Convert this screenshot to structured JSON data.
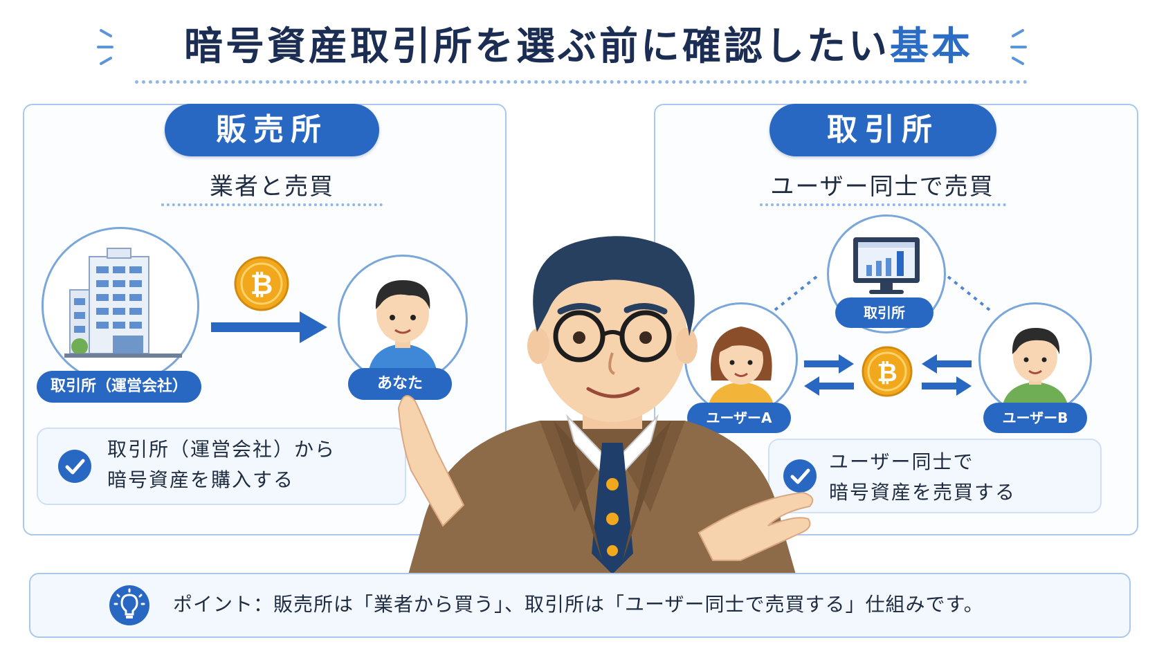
{
  "title": {
    "main": "暗号資産取引所を選ぶ前に確認したい",
    "accent": "基本"
  },
  "left_panel": {
    "heading": "販売所",
    "subtitle": "業者と売買",
    "exchange_label": "取引所（運営会社）",
    "you_label": "あなた",
    "note_lines": [
      "取引所（運営会社）から",
      "暗号資産を購入する"
    ]
  },
  "right_panel": {
    "heading": "取引所",
    "subtitle": "ユーザー同士で売買",
    "exchange_label": "取引所",
    "user_a_label": "ユーザーA",
    "user_b_label": "ユーザーB",
    "note_lines": [
      "ユーザー同士で",
      "暗号資産を売買する"
    ]
  },
  "point": {
    "text": "ポイント：販売所は「業者から買う」、取引所は「ユーザー同士で売買する」仕組みです。"
  },
  "colors": {
    "primary": "#2968c2",
    "navy": "#1b2d52",
    "border": "#a9c8ec",
    "coin": "#f2a81d"
  }
}
